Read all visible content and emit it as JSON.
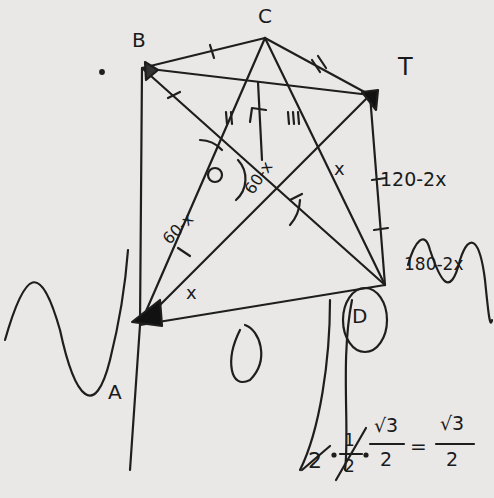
{
  "diagram": {
    "labels": [
      "B",
      "C",
      "T",
      "A",
      "D",
      "x",
      "x",
      "60-x",
      "60-x",
      "120-2x",
      "180-2x",
      "2",
      "1",
      "2",
      "√3",
      "2",
      "=",
      "√3",
      "2"
    ]
  }
}
